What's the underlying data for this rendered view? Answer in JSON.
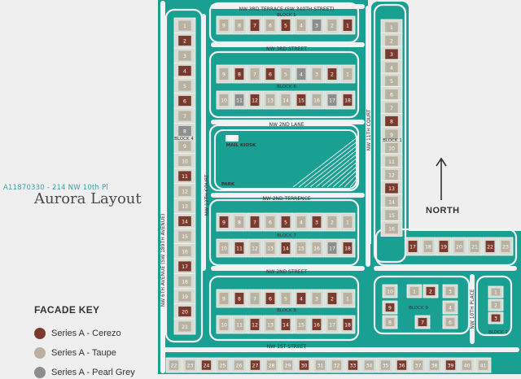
{
  "listing_id": "A11870330 - 214 NW 10th Pl",
  "layout_title": "Aurora Layout",
  "north_label": "NORTH",
  "facade_key": {
    "title": "FACADE KEY",
    "items": [
      {
        "label": "Series A - Cerezo",
        "color": "#7a3b2e"
      },
      {
        "label": "Series A - Taupe",
        "color": "#b9b2a2"
      },
      {
        "label": "Series A - Pearl Grey",
        "color": "#8d8f8e"
      }
    ]
  },
  "colors": {
    "teal": "#1aa093",
    "road": "#f2f2f2",
    "lot": "#d9dcd4",
    "cerezo": "#7a3b2e",
    "taupe": "#b9b2a2",
    "grey": "#8d8f8e"
  },
  "streets": {
    "top": "NW 3RD TERRACE (SW 340TH STREET)",
    "third": "NW 3RD STREET",
    "second_lane": "NW 2ND LANE",
    "second_terrence": "NW 2ND TERRENCE",
    "second": "NW 2ND STREET",
    "first": "NW 1ST STREET",
    "left_avenue": "NW 6TH AVENUE (SW 189TH AVENUE)",
    "twelfth_court": "NW 12TH COURT",
    "eleventh_court": "NW 11TH COURT",
    "tenth_place": "NW 10TH PLACE"
  },
  "park": {
    "mail_label": "MAIL KIOSK",
    "park_label": "PARK"
  },
  "blocks": [
    {
      "name": "BLOCK 4"
    },
    {
      "name": "BLOCK 5"
    },
    {
      "name": "BLOCK 6"
    },
    {
      "name": "BLOCK 7"
    },
    {
      "name": "BLOCK 8"
    },
    {
      "name": "BLOCK 1"
    },
    {
      "name": "BLOCK 9"
    },
    {
      "name": "BLOCK 2"
    }
  ],
  "lot_rows": [
    {
      "block": "BLOCK 5",
      "lots": [
        {
          "n": "9",
          "c": "t"
        },
        {
          "n": "8",
          "c": "t"
        },
        {
          "n": "7",
          "c": "r"
        },
        {
          "n": "6",
          "c": "t"
        },
        {
          "n": "5",
          "c": "r"
        },
        {
          "n": "4",
          "c": "t"
        },
        {
          "n": "3",
          "c": "g"
        },
        {
          "n": "2",
          "c": "t"
        },
        {
          "n": "1",
          "c": "r"
        }
      ]
    },
    {
      "block": "BLOCK 6",
      "lots": [
        {
          "n": "9",
          "c": "t"
        },
        {
          "n": "8",
          "c": "r"
        },
        {
          "n": "7",
          "c": "t"
        },
        {
          "n": "6",
          "c": "r"
        },
        {
          "n": "5",
          "c": "t"
        },
        {
          "n": "4",
          "c": "g"
        },
        {
          "n": "3",
          "c": "t"
        },
        {
          "n": "2",
          "c": "r"
        },
        {
          "n": "1",
          "c": "t"
        }
      ]
    },
    {
      "block": "BLOCK 6",
      "lots": [
        {
          "n": "10",
          "c": "t"
        },
        {
          "n": "11",
          "c": "g"
        },
        {
          "n": "12",
          "c": "r"
        },
        {
          "n": "13",
          "c": "t"
        },
        {
          "n": "14",
          "c": "t"
        },
        {
          "n": "15",
          "c": "r"
        },
        {
          "n": "16",
          "c": "t"
        },
        {
          "n": "17",
          "c": "g"
        },
        {
          "n": "18",
          "c": "r"
        }
      ]
    },
    {
      "block": "BLOCK 7",
      "lots": [
        {
          "n": "9",
          "c": "r"
        },
        {
          "n": "8",
          "c": "t"
        },
        {
          "n": "7",
          "c": "r"
        },
        {
          "n": "6",
          "c": "t"
        },
        {
          "n": "5",
          "c": "r"
        },
        {
          "n": "4",
          "c": "t"
        },
        {
          "n": "3",
          "c": "r"
        },
        {
          "n": "2",
          "c": "t"
        },
        {
          "n": "1",
          "c": "t"
        }
      ]
    },
    {
      "block": "BLOCK 7",
      "lots": [
        {
          "n": "10",
          "c": "t"
        },
        {
          "n": "11",
          "c": "r"
        },
        {
          "n": "12",
          "c": "t"
        },
        {
          "n": "13",
          "c": "t"
        },
        {
          "n": "14",
          "c": "r"
        },
        {
          "n": "15",
          "c": "t"
        },
        {
          "n": "16",
          "c": "t"
        },
        {
          "n": "17",
          "c": "g"
        },
        {
          "n": "18",
          "c": "r"
        }
      ]
    },
    {
      "block": "BLOCK 8",
      "lots": [
        {
          "n": "9",
          "c": "t"
        },
        {
          "n": "8",
          "c": "r"
        },
        {
          "n": "7",
          "c": "t"
        },
        {
          "n": "6",
          "c": "r"
        },
        {
          "n": "5",
          "c": "t"
        },
        {
          "n": "4",
          "c": "r"
        },
        {
          "n": "3",
          "c": "t"
        },
        {
          "n": "2",
          "c": "r"
        },
        {
          "n": "1",
          "c": "t"
        }
      ]
    },
    {
      "block": "BLOCK 8",
      "lots": [
        {
          "n": "10",
          "c": "t"
        },
        {
          "n": "11",
          "c": "t"
        },
        {
          "n": "12",
          "c": "r"
        },
        {
          "n": "13",
          "c": "t"
        },
        {
          "n": "14",
          "c": "r"
        },
        {
          "n": "15",
          "c": "t"
        },
        {
          "n": "16",
          "c": "r"
        },
        {
          "n": "17",
          "c": "t"
        },
        {
          "n": "18",
          "c": "r"
        }
      ]
    },
    {
      "block": "BLOCK 1",
      "lots": [
        {
          "n": "17",
          "c": "r"
        },
        {
          "n": "18",
          "c": "t"
        },
        {
          "n": "19",
          "c": "r"
        },
        {
          "n": "20",
          "c": "t"
        },
        {
          "n": "21",
          "c": "t"
        },
        {
          "n": "22",
          "c": "r"
        },
        {
          "n": "23",
          "c": "t"
        }
      ]
    },
    {
      "block": "BOTTOM",
      "lots": [
        {
          "n": "22",
          "c": "t"
        },
        {
          "n": "23",
          "c": "t"
        },
        {
          "n": "24",
          "c": "r"
        },
        {
          "n": "25",
          "c": "t"
        },
        {
          "n": "26",
          "c": "t"
        },
        {
          "n": "27",
          "c": "r"
        },
        {
          "n": "28",
          "c": "t"
        },
        {
          "n": "29",
          "c": "t"
        },
        {
          "n": "30",
          "c": "r"
        },
        {
          "n": "31",
          "c": "t"
        },
        {
          "n": "32",
          "c": "t"
        },
        {
          "n": "33",
          "c": "r"
        },
        {
          "n": "34",
          "c": "t"
        },
        {
          "n": "35",
          "c": "t"
        },
        {
          "n": "36",
          "c": "r"
        },
        {
          "n": "37",
          "c": "t"
        },
        {
          "n": "38",
          "c": "t"
        },
        {
          "n": "39",
          "c": "r"
        },
        {
          "n": "40",
          "c": "t"
        },
        {
          "n": "41",
          "c": "t"
        }
      ]
    }
  ],
  "lot_cols": [
    {
      "block": "BLOCK 4",
      "lots": [
        {
          "n": "1",
          "c": "t"
        },
        {
          "n": "2",
          "c": "r"
        },
        {
          "n": "3",
          "c": "t"
        },
        {
          "n": "4",
          "c": "r"
        },
        {
          "n": "5",
          "c": "t"
        },
        {
          "n": "6",
          "c": "r"
        },
        {
          "n": "7",
          "c": "t"
        },
        {
          "n": "8",
          "c": "g"
        },
        {
          "n": "9",
          "c": "t"
        },
        {
          "n": "10",
          "c": "t"
        },
        {
          "n": "11",
          "c": "r"
        },
        {
          "n": "12",
          "c": "t"
        },
        {
          "n": "13",
          "c": "t"
        },
        {
          "n": "14",
          "c": "r"
        },
        {
          "n": "15",
          "c": "t"
        },
        {
          "n": "16",
          "c": "t"
        },
        {
          "n": "17",
          "c": "r"
        },
        {
          "n": "18",
          "c": "t"
        },
        {
          "n": "19",
          "c": "t"
        },
        {
          "n": "20",
          "c": "r"
        },
        {
          "n": "21",
          "c": "t"
        }
      ]
    },
    {
      "block": "BLOCK 1",
      "lots": [
        {
          "n": "1",
          "c": "t"
        },
        {
          "n": "2",
          "c": "t"
        },
        {
          "n": "3",
          "c": "r"
        },
        {
          "n": "4",
          "c": "t"
        },
        {
          "n": "5",
          "c": "t"
        },
        {
          "n": "6",
          "c": "t"
        },
        {
          "n": "7",
          "c": "t"
        },
        {
          "n": "8",
          "c": "r"
        },
        {
          "n": "9",
          "c": "t"
        },
        {
          "n": "10",
          "c": "t"
        },
        {
          "n": "11",
          "c": "t"
        },
        {
          "n": "12",
          "c": "t"
        },
        {
          "n": "13",
          "c": "r"
        },
        {
          "n": "14",
          "c": "t"
        },
        {
          "n": "15",
          "c": "t"
        },
        {
          "n": "16",
          "c": "t"
        }
      ]
    }
  ],
  "block9_lots": [
    {
      "n": "10",
      "c": "t"
    },
    {
      "n": "1",
      "c": "t"
    },
    {
      "n": "2",
      "c": "r"
    },
    {
      "n": "3",
      "c": "t"
    },
    {
      "n": "9",
      "c": "r"
    },
    {
      "n": "4",
      "c": "t"
    },
    {
      "n": "8",
      "c": "t"
    },
    {
      "n": "7",
      "c": "r"
    },
    {
      "n": "6",
      "c": "t"
    }
  ],
  "block2_lots": [
    {
      "n": "1",
      "c": "t"
    },
    {
      "n": "2",
      "c": "t"
    },
    {
      "n": "3",
      "c": "r"
    }
  ]
}
